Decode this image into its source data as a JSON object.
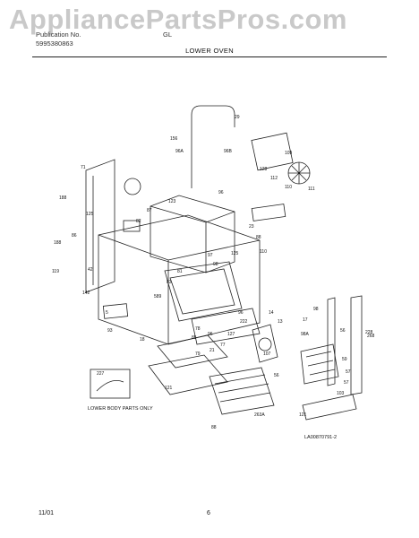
{
  "watermark": "AppliancePartsPros.com",
  "header": {
    "left_line1": "Publication No.",
    "left_line2": "5995380863",
    "right": "GL",
    "section_title": "LOWER OVEN"
  },
  "callouts": [
    "29",
    "156",
    "96A",
    "96B",
    "109",
    "128",
    "112",
    "110",
    "111",
    "71",
    "96",
    "123",
    "188",
    "87",
    "125",
    "86",
    "23",
    "88",
    "188",
    "119",
    "125",
    "110",
    "82",
    "98",
    "97",
    "142",
    "83",
    "589",
    "81",
    "96",
    "222",
    "14",
    "13",
    "98A",
    "98",
    "17",
    "78",
    "85",
    "96",
    "127",
    "77",
    "21",
    "56",
    "228",
    "79",
    "107",
    "56",
    "103",
    "59",
    "121",
    "5",
    "93",
    "18",
    "57",
    "57",
    "227",
    "268",
    "88",
    "263A",
    "121",
    "42"
  ],
  "lower_body_label": "LOWER BODY PARTS ONLY",
  "diagram_part_number": "LA00870791-2",
  "footer": {
    "date": "11/01",
    "page": "6"
  }
}
